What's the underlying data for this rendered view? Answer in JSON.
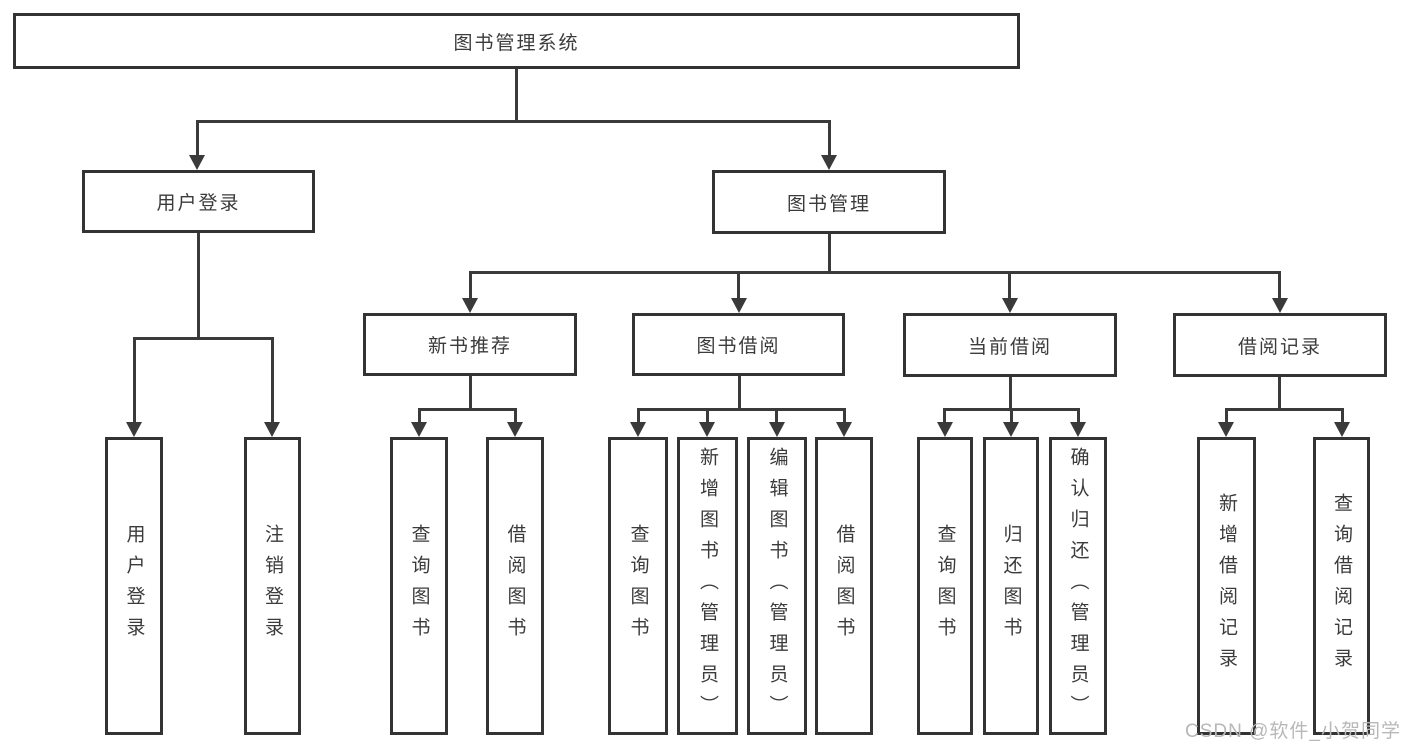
{
  "tree": {
    "label": "图书管理系统",
    "children": [
      {
        "label": "用户登录",
        "children": [
          {
            "label": "用户登录"
          },
          {
            "label": "注销登录"
          }
        ]
      },
      {
        "label": "图书管理",
        "children": [
          {
            "label": "新书推荐",
            "children": [
              {
                "label": "查询图书"
              },
              {
                "label": "借阅图书"
              }
            ]
          },
          {
            "label": "图书借阅",
            "children": [
              {
                "label": "查询图书"
              },
              {
                "label": "新增图书（管理员）"
              },
              {
                "label": "编辑图书（管理员）"
              },
              {
                "label": "借阅图书"
              }
            ]
          },
          {
            "label": "当前借阅",
            "children": [
              {
                "label": "查询图书"
              },
              {
                "label": "归还图书"
              },
              {
                "label": "确认归还（管理员）"
              }
            ]
          },
          {
            "label": "借阅记录",
            "children": [
              {
                "label": "新增借阅记录"
              },
              {
                "label": "查询借阅记录"
              }
            ]
          }
        ]
      }
    ]
  },
  "watermark": {
    "text": "CSDN @软件_小贺同学"
  },
  "colors": {
    "line": "#3a3a3a",
    "border": "#333333",
    "text": "#3b3b3b",
    "watermark": "#b8b8b8",
    "node_background": "#ffffff",
    "page_background": "#ffffff"
  }
}
